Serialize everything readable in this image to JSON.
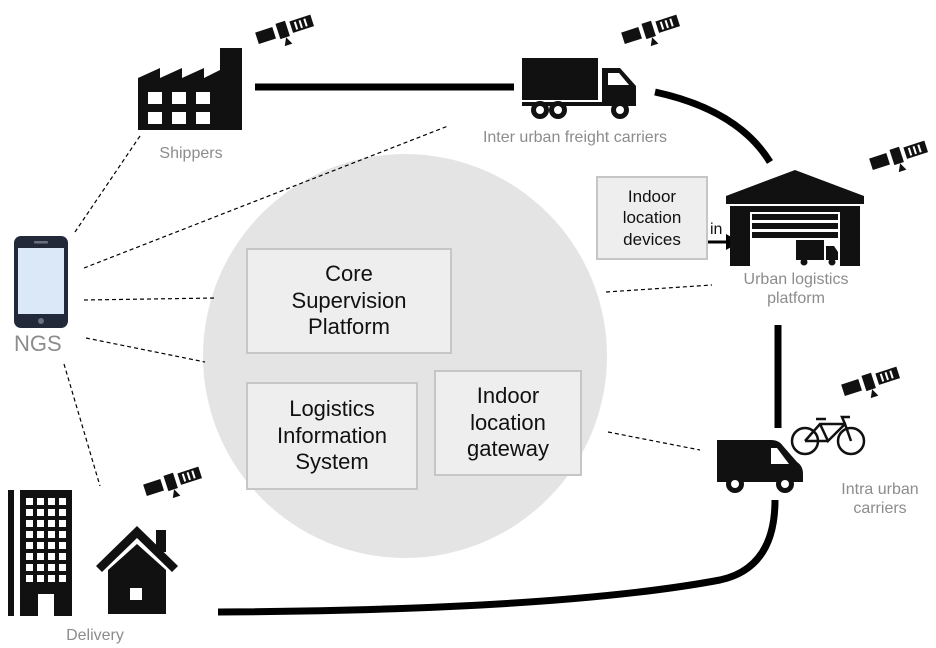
{
  "labels": {
    "shippers": "Shippers",
    "inter_urban": "Inter urban freight carriers",
    "urban_platform": "Urban logistics\nplatform",
    "intra_urban": "Intra urban\ncarriers",
    "ngs": "NGS",
    "delivery": "Delivery",
    "arrow_in": "in"
  },
  "boxes": {
    "core": "Core\nSupervision\nPlatform",
    "lis": "Logistics\nInformation\nSystem",
    "gateway": "Indoor\nlocation\ngateway",
    "devices": "Indoor\nlocation\ndevices"
  },
  "colors": {
    "circle_fill": "#e4e4e4",
    "box_fill": "#eeeeee",
    "box_border": "#c6c6c6",
    "label_grey": "#8c8c8c",
    "icon_black": "#111111"
  },
  "icons": [
    "factory-icon",
    "truck-icon",
    "warehouse-icon",
    "smartphone-icon",
    "van-icon",
    "bicycle-icon",
    "office-building-icon",
    "house-icon",
    "satellite-icon"
  ]
}
